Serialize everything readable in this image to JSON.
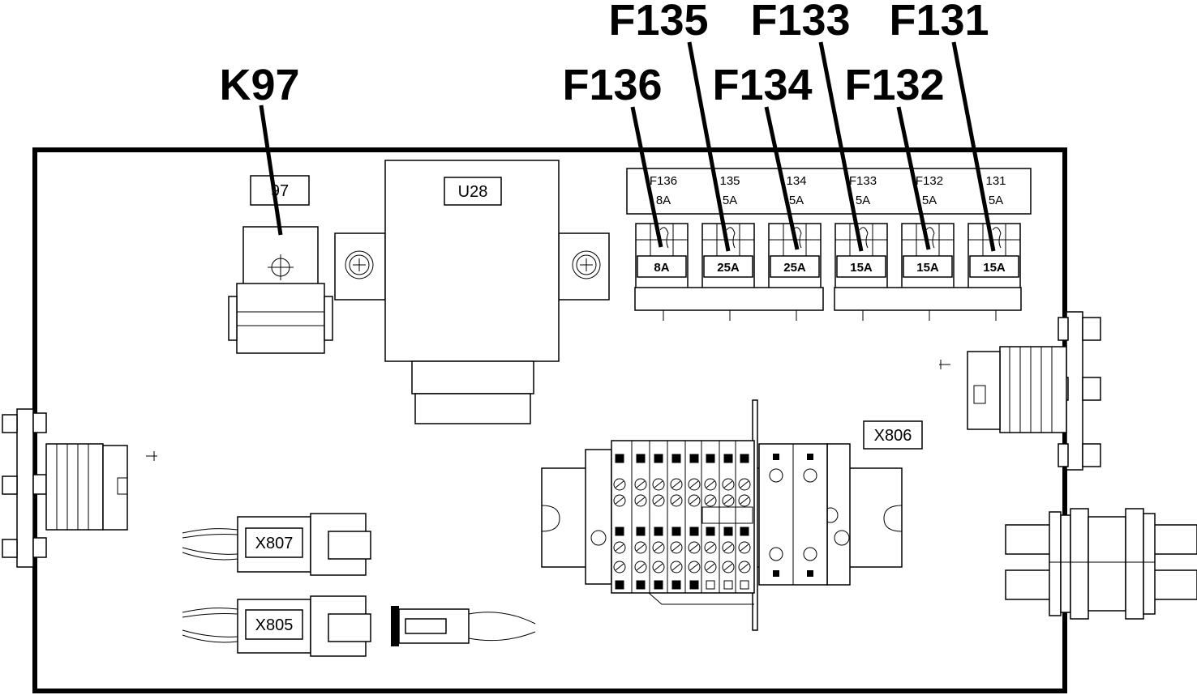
{
  "callouts": {
    "k97": "K97",
    "f131": "F131",
    "f132": "F132",
    "f133": "F133",
    "f134": "F134",
    "f135": "F135",
    "f136": "F136"
  },
  "component_labels": {
    "k97_partial": "97",
    "u28": "U28",
    "x806": "X806",
    "x807": "X807",
    "x805": "X805"
  },
  "fuse_strip": {
    "names": [
      "F136",
      "135",
      "134",
      "F133",
      "F132",
      "131"
    ],
    "ratings_partial": [
      "8A",
      "5A",
      "5A",
      "5A",
      "5A",
      "5A"
    ]
  },
  "fuses": [
    {
      "rating": "8A"
    },
    {
      "rating": "25A"
    },
    {
      "rating": "25A"
    },
    {
      "rating": "15A"
    },
    {
      "rating": "15A"
    },
    {
      "rating": "15A"
    }
  ]
}
